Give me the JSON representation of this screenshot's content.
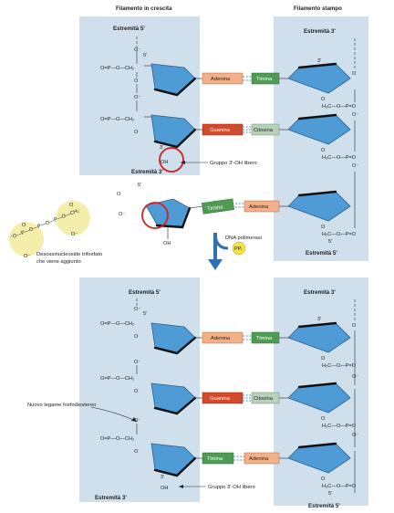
{
  "top_labels": {
    "growing_strand": "Filamento in crescita",
    "template_strand": "Filamento stampo"
  },
  "ends": {
    "five": "Estremità 5'",
    "three": "Estremità 3'"
  },
  "bases": {
    "adenine": "Adenina",
    "thymine": "Timina",
    "guanine": "Guanina",
    "cytosine": "Citosina"
  },
  "chem": {
    "o": "O",
    "o_minus": "O⁻",
    "p": "P",
    "ch2": "CH₂",
    "h2c": "H₂C",
    "oh": "OH",
    "h": "H",
    "five_prime": "5'",
    "three_prime": "3'",
    "pp": "PPᵢ",
    "ester_left": "O=P—O—CH₂",
    "ester_right": "H₂C—O—P=O",
    "triphosphate": "⁻O—P—O—P—O—P—O—CH₂"
  },
  "annotations": {
    "free_3oh": "Gruppo 3'-OH libero",
    "dntp_line1": "Desossinucleoside trifosfato",
    "dntp_line2": "che viene aggiunto",
    "polymerase": "DNA polimerasi",
    "new_bond": "Nuovo legame fosfodiestereo"
  },
  "colors": {
    "band": "#cfdfec",
    "sugar": "#4f9bd6",
    "adenine": "#f2b08a",
    "thymine": "#4f9b54",
    "guanine": "#d14a2c",
    "cytosine": "#b7d2b8",
    "highlight": "#d42020",
    "phosphate_glow": "#f4eeaa",
    "arrow": "#2f6fb5",
    "ppi": "#f6e24a"
  }
}
